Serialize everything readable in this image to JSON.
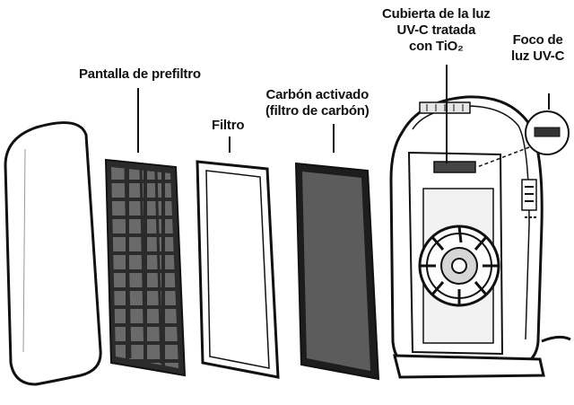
{
  "diagram": {
    "labels": {
      "prefilter_screen": "Pantalla de prefiltro",
      "filter": "Filtro",
      "activated_carbon_line1": "Carbón activado",
      "activated_carbon_line2": "(filtro de carbón)",
      "uvc_cover_line1": "Cubierta de la luz",
      "uvc_cover_line2": "UV-C tratada",
      "uvc_cover_line3": "con TiO₂",
      "uvc_bulb_line1": "Foco de",
      "uvc_bulb_line2": "luz UV-C"
    },
    "colors": {
      "stroke": "#111111",
      "panel_fill": "#ffffff",
      "carbon_fill": "#555555",
      "prefilter_frame": "#2b2b2b",
      "prefilter_cell": "#666666",
      "unit_shade": "#e6e6e6"
    }
  }
}
